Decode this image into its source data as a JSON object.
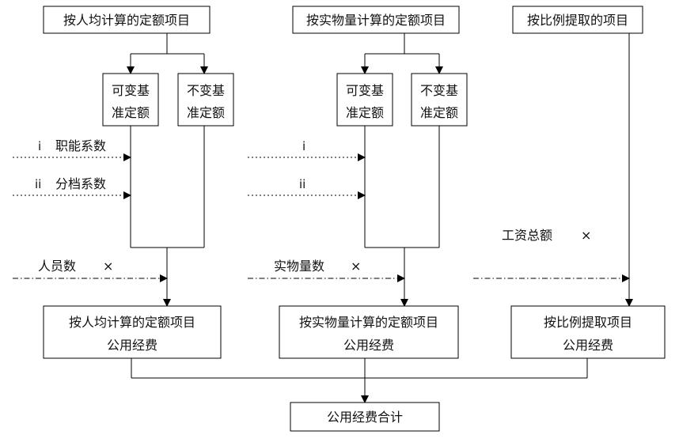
{
  "top": {
    "per_capita": "按人均计算的定额项目",
    "physical": "按实物量计算的定额项目",
    "ratio": "按比例提取的项目"
  },
  "sub": {
    "variable_1": "可变基",
    "variable_2": "准定额",
    "fixed_1": "不变基",
    "fixed_2": "准定额"
  },
  "inputs": {
    "i_label": "i",
    "ii_label": "ii",
    "job_coeff": "职能系数",
    "grade_coeff": "分档系数",
    "headcount": "人员数",
    "physical_qty": "实物量数",
    "wage_total": "工资总额",
    "times": "×"
  },
  "results": {
    "per_capita_1": "按人均计算的定额项目",
    "per_capita_2": "公用经费",
    "physical_1": "按实物量计算的定额项目",
    "physical_2": "公用经费",
    "ratio_1": "按比例提取项目",
    "ratio_2": "公用经费"
  },
  "total": "公用经费合计"
}
